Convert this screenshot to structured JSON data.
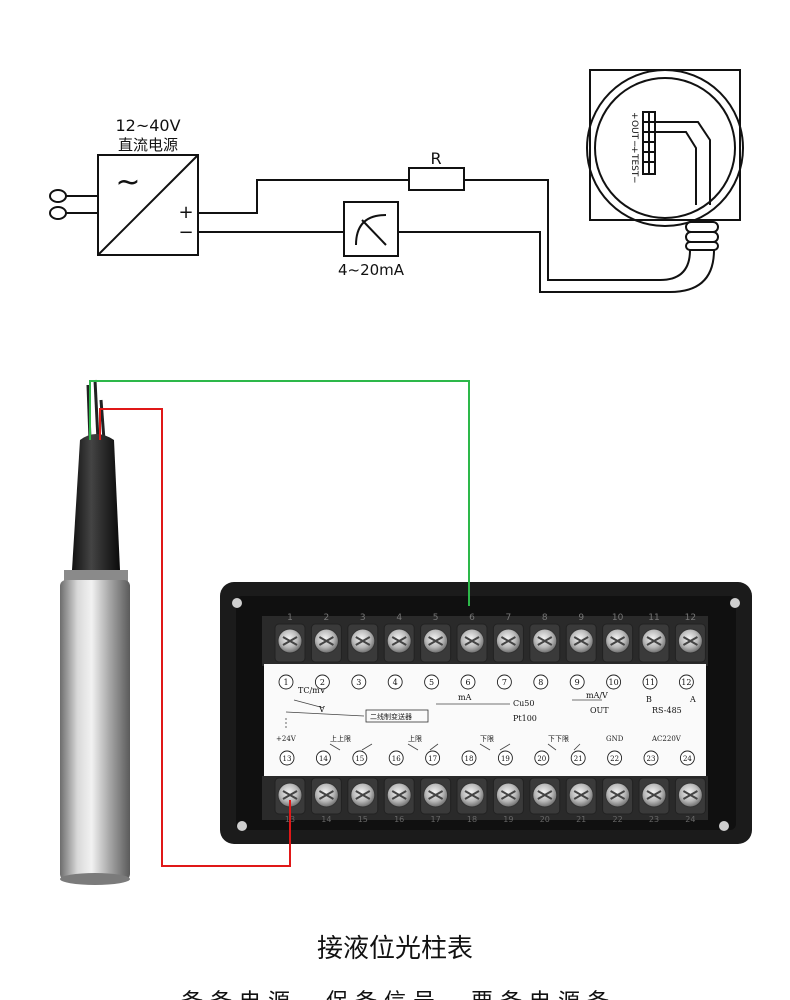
{
  "circuit": {
    "power_supply_label": "12~40V",
    "power_supply_sublabel": "直流电源",
    "ac_symbol": "~",
    "plus": "+",
    "minus": "−",
    "resistor_label": "R",
    "meter_label": "4~20mA",
    "transmitter_terminals": [
      "+",
      "OUT",
      "−",
      "+",
      "TEST",
      "−"
    ]
  },
  "terminal_block": {
    "top_numbers": [
      "1",
      "2",
      "3",
      "4",
      "5",
      "6",
      "7",
      "8",
      "9",
      "10",
      "11",
      "12"
    ],
    "bottom_numbers": [
      "13",
      "14",
      "15",
      "16",
      "17",
      "18",
      "19",
      "20",
      "21",
      "22",
      "23",
      "24"
    ],
    "input_label_tc": "TC/mV",
    "input_label_v": "V",
    "input_label_ma": "mA",
    "input_label_cu50": "Cu50",
    "input_label_pt100": "Pt100",
    "output_label_mav": "mA/V",
    "output_label_out": "OUT",
    "rs485_label": "RS-485",
    "rs485_b": "B",
    "rs485_a": "A",
    "transmitter_box": "二线制变送器",
    "label_24v": "+24V",
    "label_upper_upper": "上上限",
    "label_upper": "上限",
    "label_lower": "下限",
    "label_lower_lower": "下下限",
    "label_gnd": "GND",
    "label_ac220": "AC220V"
  },
  "caption": "接液位光柱表",
  "caption_cut": "备 备 电 源 　 保 备 信 号 　 要 备 电 源 备"
}
